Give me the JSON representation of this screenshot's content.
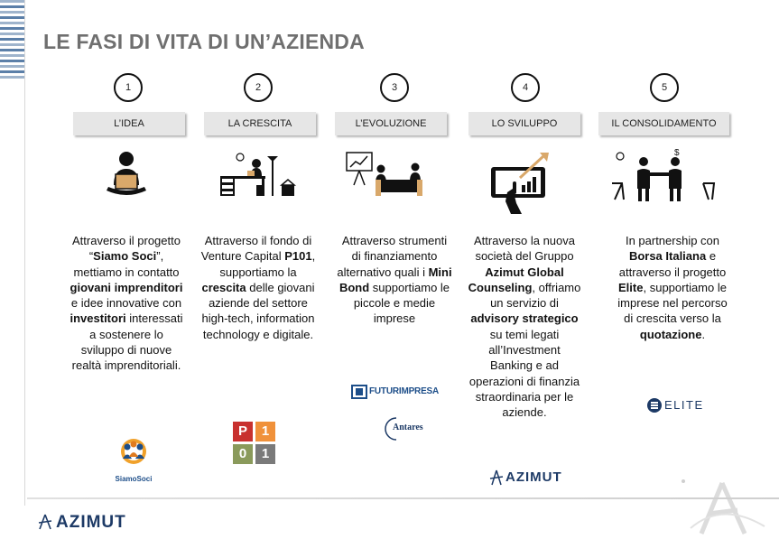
{
  "title": "LE FASI DI VITA DI UN’AZIENDA",
  "phases": [
    {
      "num": "1",
      "label": "L’IDEA",
      "desc": [
        {
          "t": "Attraverso il progetto “"
        },
        {
          "t": "Siamo Soci",
          "b": true
        },
        {
          "t": "”, mettiamo in contatto "
        },
        {
          "t": "giovani imprenditori",
          "b": true
        },
        {
          "t": " e idee innovative con "
        },
        {
          "t": "investitori",
          "b": true
        },
        {
          "t": " interessati a sostenere lo sviluppo di nuove realtà imprenditoriali."
        }
      ],
      "logos": [
        "SiamoSoci"
      ]
    },
    {
      "num": "2",
      "label": "LA CRESCITA",
      "desc": [
        {
          "t": "Attraverso il fondo di Venture Capital "
        },
        {
          "t": "P101",
          "b": true
        },
        {
          "t": ", supportiamo la "
        },
        {
          "t": "crescita",
          "b": true
        },
        {
          "t": " delle giovani aziende del settore high-tech, information technology e digitale."
        }
      ],
      "logos": [
        "P",
        "1",
        "0",
        "1"
      ]
    },
    {
      "num": "3",
      "label": "L’EVOLUZIONE",
      "desc": [
        {
          "t": "Attraverso strumenti di finanziamento alternativo quali i "
        },
        {
          "t": "Mini Bond",
          "b": true
        },
        {
          "t": " supportiamo le piccole e medie imprese"
        }
      ],
      "logos": [
        "FUTURIMPRESA",
        "Antares"
      ]
    },
    {
      "num": "4",
      "label": "LO SVILUPPO",
      "desc": [
        {
          "t": "Attraverso la nuova società del Gruppo "
        },
        {
          "t": "Azimut Global Counseling",
          "b": true
        },
        {
          "t": ", offriamo un servizio di "
        },
        {
          "t": "advisory strategico",
          "b": true
        },
        {
          "t": " su temi legati all’Investment Banking e ad operazioni di finanzia straordinaria per le aziende."
        }
      ],
      "logos": [
        "AZIMUT"
      ]
    },
    {
      "num": "5",
      "label": "IL CONSOLIDAMENTO",
      "desc": [
        {
          "t": "In partnership con "
        },
        {
          "t": "Borsa Italiana",
          "b": true
        },
        {
          "t": " e attraverso il progetto "
        },
        {
          "t": "Elite",
          "b": true
        },
        {
          "t": ", supportiamo le imprese nel percorso di crescita verso la "
        },
        {
          "t": "quotazione",
          "b": true
        },
        {
          "t": "."
        }
      ],
      "logos": [
        "ELITE"
      ]
    }
  ],
  "footer": {
    "brand": "AZIMUT"
  },
  "colors": {
    "title": "#6f6f6f",
    "phase_bg": "#e6e6e6",
    "brand": "#1d3a66",
    "p101_orange": "#f0913a",
    "p101_red": "#c8312f",
    "p101_gray": "#7a7a7a",
    "p101_olive": "#8a9a5b"
  }
}
